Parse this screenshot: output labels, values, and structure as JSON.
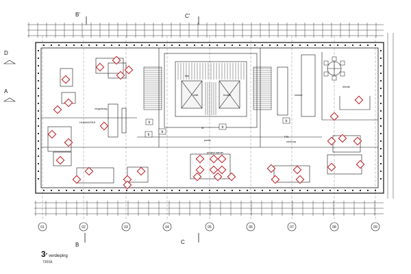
{
  "floor_title": {
    "number": "3",
    "suffix": "e",
    "label": "verdieping"
  },
  "scale": "7300A",
  "section_marks": {
    "b_top": "B'",
    "c_top": "C'",
    "b_bottom": "B",
    "c_bottom": "C",
    "d_left": "D",
    "a_left": "A"
  },
  "grid_axes": [
    "01",
    "02",
    "03",
    "04",
    "05",
    "06",
    "07",
    "08",
    "09"
  ],
  "room_labels": {
    "humanities": "HUMANITAS",
    "office_text": "kantoor",
    "project_room": "project kamer",
    "verkoop": "verkoop",
    "entrance": "pantry",
    "stairs_label": "trap",
    "lift_label": "lift",
    "toilet": "toilet",
    "kitchen": "keuken",
    "manager": "directie",
    "fin": "FIN",
    "mtg": "vergadering"
  },
  "colors": {
    "line": "#111111",
    "furniture": "#c0282d",
    "grid": "#666666"
  }
}
